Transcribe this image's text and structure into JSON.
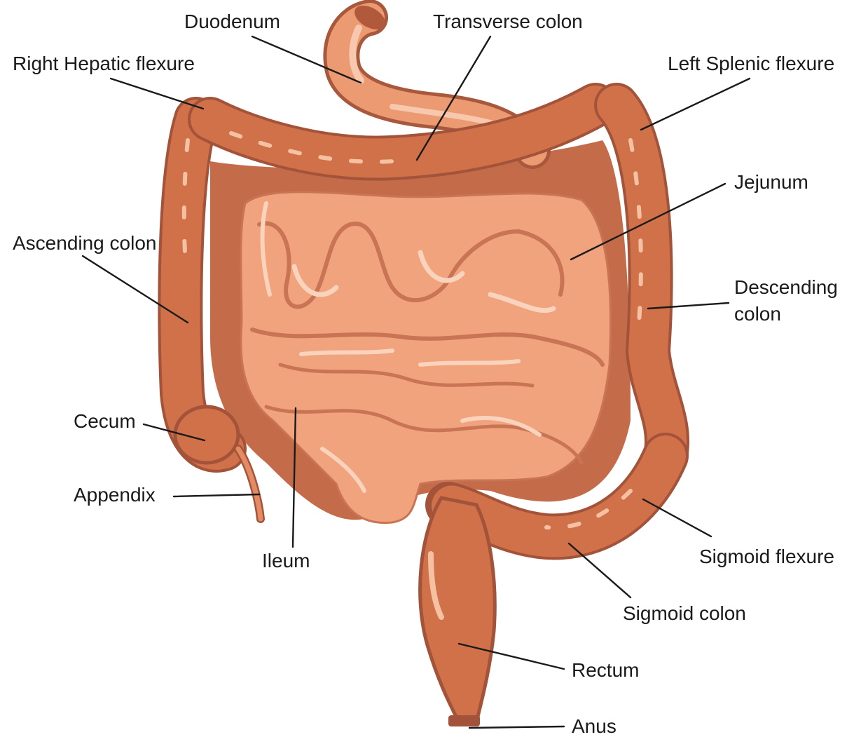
{
  "labels": {
    "duodenum": "Duodenum",
    "transverse_colon": "Transverse colon",
    "right_hepatic_flexure": "Right Hepatic flexure",
    "left_splenic_flexure": "Left Splenic flexure",
    "jejunum": "Jejunum",
    "ascending_colon": "Ascending colon",
    "descending_colon_line1": "Descending",
    "descending_colon_line2": "colon",
    "cecum": "Cecum",
    "appendix": "Appendix",
    "ileum": "Ileum",
    "sigmoid_flexure": "Sigmoid flexure",
    "sigmoid_colon": "Sigmoid colon",
    "rectum": "Rectum",
    "anus": "Anus"
  },
  "colors": {
    "colon_fill": "#d0714a",
    "colon_dark": "#a3533a",
    "colon_highlight": "#f4c2a3",
    "small_intestine_fill": "#f0a37c",
    "small_intestine_light": "#f6bf9e",
    "small_intestine_shadow": "#c97454",
    "background_cavity": "#c46c4a",
    "duodenum_fill": "#ec9a72",
    "label_text": "#1a1a1a"
  }
}
